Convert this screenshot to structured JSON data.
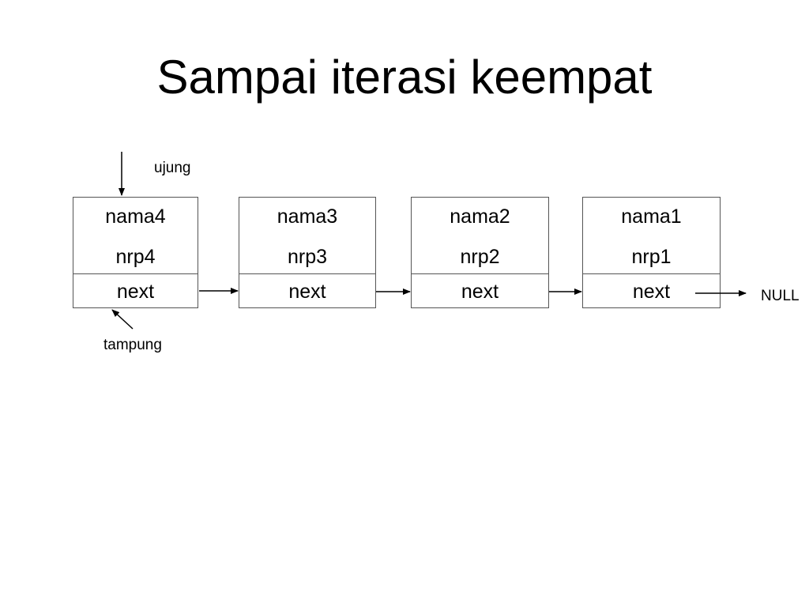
{
  "title": "Sampai iterasi keempat",
  "pointers": {
    "ujung": "ujung",
    "tampung": "tampung",
    "null": "NULL"
  },
  "nodes": [
    {
      "nama": "nama4",
      "nrp": "nrp4",
      "next": "next"
    },
    {
      "nama": "nama3",
      "nrp": "nrp3",
      "next": "next"
    },
    {
      "nama": "nama2",
      "nrp": "nrp2",
      "next": "next"
    },
    {
      "nama": "nama1",
      "nrp": "nrp1",
      "next": "next"
    }
  ],
  "colors": {
    "stroke": "#000000",
    "box_border": "#555555"
  }
}
